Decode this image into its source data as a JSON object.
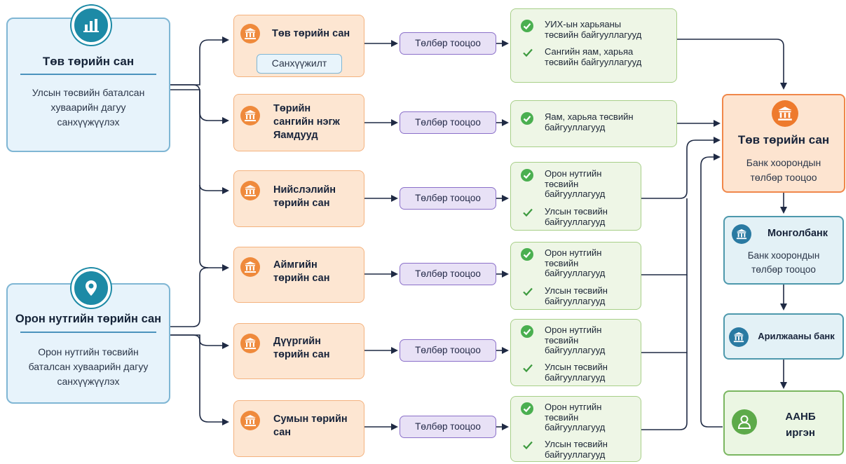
{
  "sources": [
    {
      "title": "Төв төрийн сан",
      "desc": [
        "Улсын төсвийн баталсан",
        "хуваарийн дагуу",
        "санхүүжүүлэх"
      ]
    },
    {
      "title": "Орон нутгийн төрийн сан",
      "desc": [
        "Орон нутгийн төсвийн",
        "баталсан хуваарийн дагуу",
        "санхүүжүүлэх"
      ]
    }
  ],
  "treasuries": [
    {
      "lines": [
        "Төв төрийн сан"
      ],
      "sub": "Санхүүжилт"
    },
    {
      "lines": [
        "Төрийн",
        "сангийн нэгж",
        "Яамдууд"
      ]
    },
    {
      "lines": [
        "Нийслэлийн",
        "төрийн сан"
      ]
    },
    {
      "lines": [
        "Аймгийн",
        "төрийн сан"
      ]
    },
    {
      "lines": [
        "Дүүргийн",
        "төрийн сан"
      ]
    },
    {
      "lines": [
        "Сумын төрийн",
        "сан"
      ]
    }
  ],
  "payment_label": "Төлбөр тооцоо",
  "recipients": [
    [
      [
        "УИХ-ын харьяаны",
        "төсвийн байгууллагууд"
      ],
      [
        "Сангийн яам, харьяа",
        "төсвийн байгууллагууд"
      ]
    ],
    [
      [
        "Яам, харьяа төсвийн",
        "байгууллагууд"
      ]
    ],
    [
      [
        "Орон нутгийн",
        "төсвийн",
        "байгууллагууд"
      ],
      [
        "Улсын төсвийн",
        "байгууллагууд"
      ]
    ],
    [
      [
        "Орон нутгийн",
        "төсвийн",
        "байгууллагууд"
      ],
      [
        "Улсын төсвийн",
        "байгууллагууд"
      ]
    ],
    [
      [
        "Орон нутгийн",
        "төсвийн",
        "байгууллагууд"
      ],
      [
        "Улсын төсвийн",
        "байгууллагууд"
      ]
    ],
    [
      [
        "Орон нутгийн",
        "төсвийн",
        "байгууллагууд"
      ],
      [
        "Улсын төсвийн",
        "байгууллагууд"
      ]
    ]
  ],
  "central": {
    "title": "Төв төрийн сан",
    "desc": [
      "Банк хоорондын",
      "төлбөр тооцоо"
    ]
  },
  "mongolbank": {
    "title": "Монголбанк",
    "desc": [
      "Банк хоорондын",
      "төлбөр тооцоо"
    ]
  },
  "commercial": {
    "title": "Арилжааны банк"
  },
  "citizen": {
    "lines": [
      "ААНБ",
      "иргэн"
    ]
  },
  "colors": {
    "line": "#1f2a44",
    "treasury": "#ef8a3c",
    "payment": "#8b70c9",
    "recipient": "#4aaf50",
    "badge": "#1d8aa6"
  }
}
